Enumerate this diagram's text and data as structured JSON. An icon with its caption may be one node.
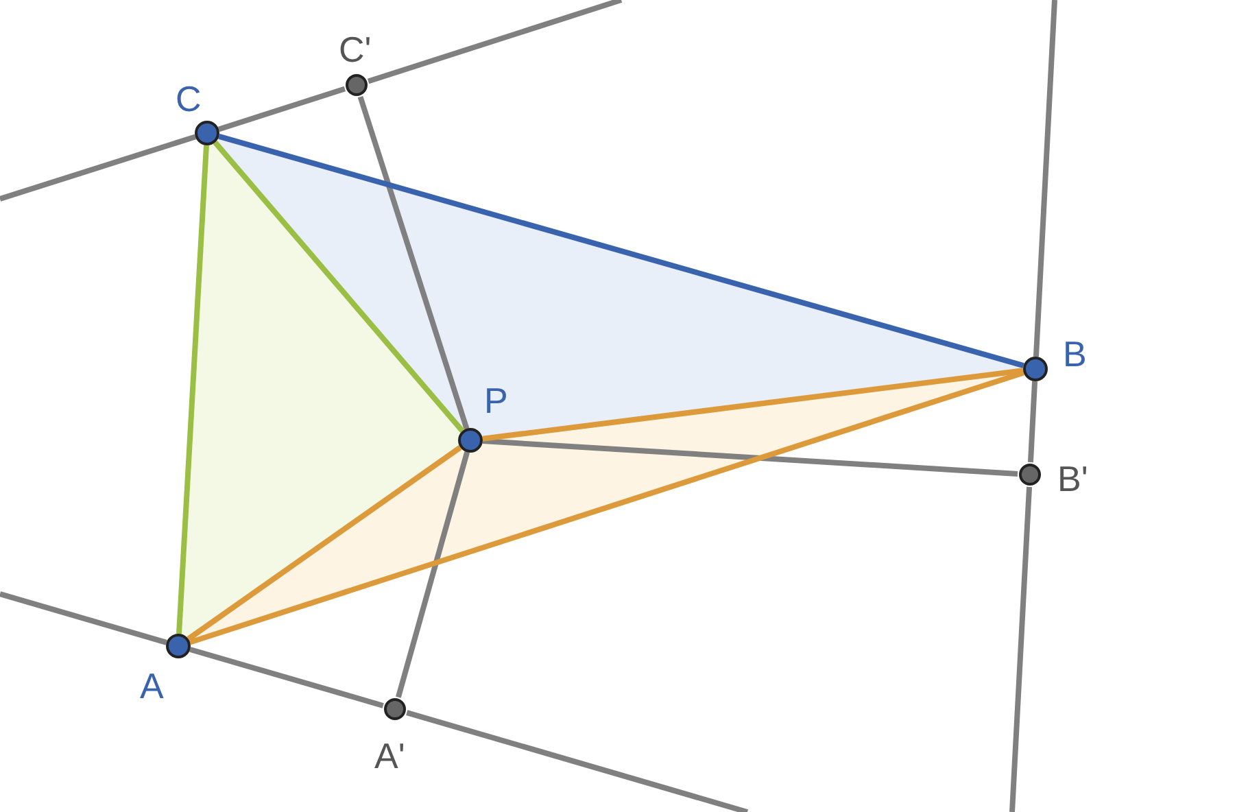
{
  "diagram": {
    "nodes": [
      {
        "text": [
          "C'"
        ]
      },
      {
        "text": [
          "C"
        ]
      },
      {
        "text": [
          "B"
        ]
      },
      {
        "text": [
          "P"
        ]
      },
      {
        "text": [
          "B'"
        ]
      },
      {
        "text": [
          "A"
        ]
      },
      {
        "text": [
          "A'"
        ]
      }
    ],
    "edges": [
      {
        "from": 1,
        "to": 2,
        "arrow": "none",
        "color": "#3a63ad"
      },
      {
        "from": 5,
        "to": 1,
        "arrow": "none",
        "color": "#9bbf45"
      },
      {
        "from": 3,
        "to": 1,
        "arrow": "none",
        "color": "#9bbf45"
      },
      {
        "from": 5,
        "to": 2,
        "arrow": "none",
        "color": "#dc9a3b"
      },
      {
        "from": 3,
        "to": 5,
        "arrow": "none",
        "color": "#dc9a3b"
      },
      {
        "from": 3,
        "to": 2,
        "arrow": "none",
        "color": "#dc9a3b"
      },
      {
        "from": 1,
        "to": 0,
        "arrow": "none"
      },
      {
        "from": 5,
        "to": 6,
        "arrow": "none"
      },
      {
        "from": 2,
        "to": 4,
        "arrow": "none"
      },
      {
        "from": 3,
        "to": 0,
        "arrow": "none"
      },
      {
        "from": 3,
        "to": 6,
        "arrow": "none"
      },
      {
        "from": 3,
        "to": 4,
        "arrow": "none"
      }
    ]
  }
}
